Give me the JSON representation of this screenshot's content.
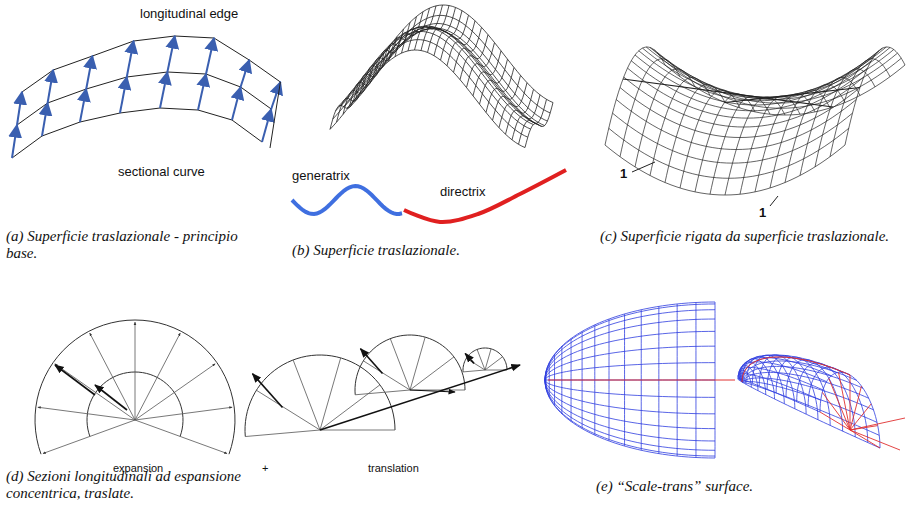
{
  "diagram": {
    "labels": [
      "longitudinal edge",
      "sectional curve",
      "(a) Superficie traslazionale - principio base.",
      "generatrix",
      "directrix",
      "(b) Superficie traslazionale.",
      "1",
      "1",
      "(c) Superficie rigata da superficie traslazionale.",
      "expansion",
      "+",
      "translation",
      "(d) Sezioni longitudinali ad espansione concentrica, traslate.",
      "(e) “Scale-trans” surface."
    ]
  }
}
